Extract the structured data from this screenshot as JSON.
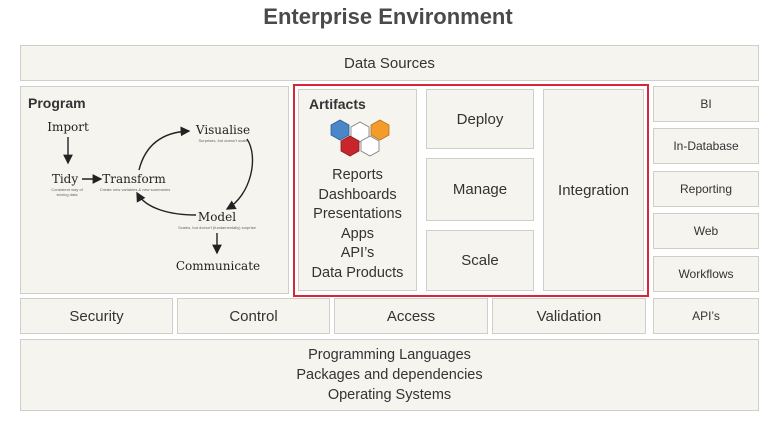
{
  "title": "Enterprise Environment",
  "data_sources": "Data Sources",
  "program": {
    "header": "Program",
    "nodes": {
      "import": "Import",
      "tidy": "Tidy",
      "tidy_sub1": "Consistent way of",
      "tidy_sub2": "storing data",
      "transform": "Transform",
      "transform_sub": "Create new variables & new summaries",
      "visualise": "Visualise",
      "visualise_sub": "Surprises, but doesn't scale",
      "model": "Model",
      "model_sub": "Scales, but doesn't (fundamentally) surprise",
      "communicate": "Communicate"
    }
  },
  "artifacts": {
    "header": "Artifacts",
    "items": [
      "Reports",
      "Dashboards",
      "Presentations",
      "Apps",
      "API’s",
      "Data Products"
    ]
  },
  "deploy": "Deploy",
  "manage": "Manage",
  "scale": "Scale",
  "integration": "Integration",
  "right_items": [
    "BI",
    "In-Database",
    "Reporting",
    "Web",
    "Workflows",
    "API’s"
  ],
  "bottom_row": [
    "Security",
    "Control",
    "Access",
    "Validation"
  ],
  "foundation": [
    "Programming Languages",
    "Packages and dependencies",
    "Operating Systems"
  ],
  "colors": {
    "frame": "#d6263c",
    "box_fill": "#f5f4ef",
    "box_border": "#cfcfca"
  }
}
